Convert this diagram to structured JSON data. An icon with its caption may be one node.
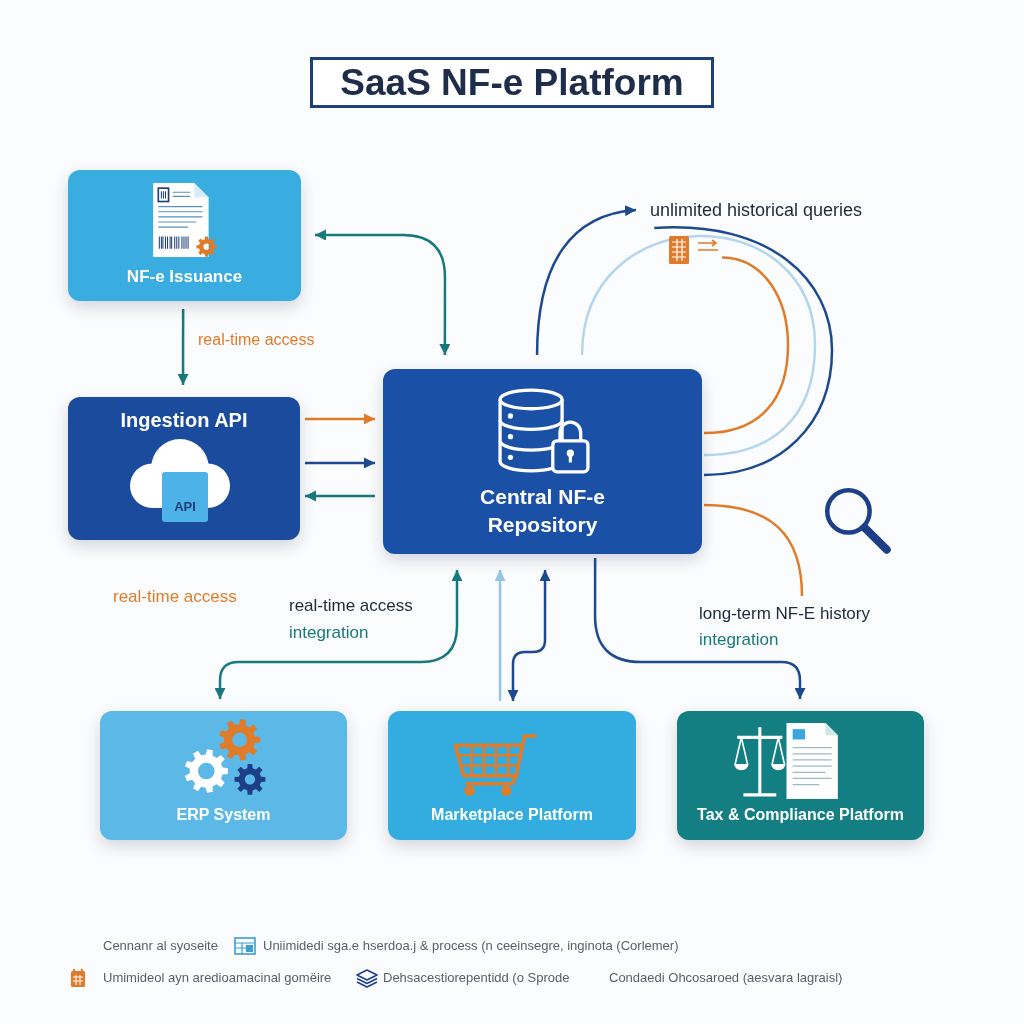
{
  "diagram": {
    "title": "SaaS NF-e Platform",
    "nodes": [
      {
        "text": [
          "NF-e Issuance"
        ]
      },
      {
        "text": [
          "unlimited historical queries"
        ]
      },
      {
        "text": [],
        "shape": "picture"
      },
      {
        "text": [
          "Ingestion API",
          "API"
        ]
      },
      {
        "text": [
          "Central NF-e Repository"
        ]
      },
      {
        "text": [
          "ERP System"
        ]
      },
      {
        "text": [
          "Marketplace Platform"
        ]
      },
      {
        "text": [
          "Tax & Compliance Platform"
        ]
      }
    ],
    "edges": [
      {
        "from": 0,
        "to": 4,
        "arrow": "both",
        "color": "#17797d"
      },
      {
        "from": 0,
        "to": 3,
        "arrow": "to",
        "label": "real-time access",
        "color": "#17797d"
      },
      {
        "from": 4,
        "to": 1,
        "arrow": "to"
      },
      {
        "from": 4,
        "to": 4,
        "arrow": "none",
        "color": "#b3d6ee"
      },
      {
        "from": 1,
        "to": 4,
        "arrow": "none"
      },
      {
        "from": 2,
        "to": 4,
        "arrow": "none",
        "color": "#e07b2a"
      },
      {
        "from": 3,
        "to": 4,
        "arrow": "to",
        "color": "#e07b2a"
      },
      {
        "from": 3,
        "to": 4,
        "arrow": "to"
      },
      {
        "from": 4,
        "to": 3,
        "arrow": "to",
        "color": "#17797d"
      },
      {
        "from": 4,
        "to": null,
        "arrow": "none",
        "color": "#e07b2a"
      },
      {
        "from": 4,
        "to": 5,
        "arrow": "both",
        "color": "#17797d"
      },
      {
        "from": 6,
        "to": 4,
        "arrow": "to",
        "color": "#93c6e6"
      },
      {
        "from": 4,
        "to": 6,
        "arrow": "both"
      },
      {
        "from": 4,
        "to": 7,
        "arrow": "to"
      }
    ],
    "labels": [
      "real-time access",
      "real-time access",
      "integration",
      "long-term NF-E history",
      "integration"
    ],
    "legend": [
      {
        "text": "Cennanr al syoseite"
      },
      {
        "text": "Uniimidedi sga.e hserdoa.j & process (n ceeinsegre, inginota (Corlemer)"
      },
      {
        "text": "Umimideol ayn aredioamacinal gomëire"
      },
      {
        "text": "Dehsacestiorepentidd (o Sprode"
      },
      {
        "text": "Condaedi Ohcosaroed (aesvara lagraisl)"
      }
    ]
  }
}
